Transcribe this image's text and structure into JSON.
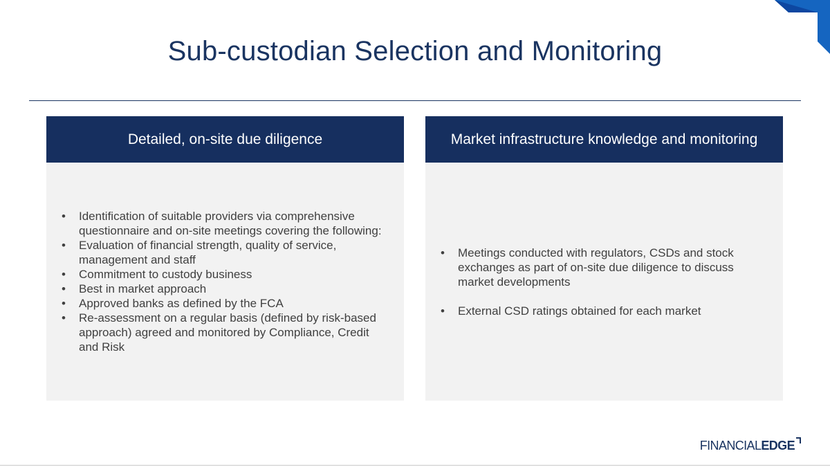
{
  "slide": {
    "title": "Sub-custodian Selection and Monitoring",
    "accent_color": "#162f5f",
    "corner_color": "#1565c0"
  },
  "left_panel": {
    "header": "Detailed, on-site due diligence",
    "bullets": [
      "Identification of suitable providers via comprehensive questionnaire and on-site meetings covering the following:",
      "Evaluation of financial strength, quality of service, management and staff",
      "Commitment to custody business",
      "Best in market approach",
      "Approved banks as defined by the FCA",
      "Re-assessment on a regular basis (defined by risk-based approach) agreed and monitored by Compliance, Credit and Risk"
    ]
  },
  "right_panel": {
    "header": "Market infrastructure knowledge and monitoring",
    "bullets": [
      "Meetings conducted with regulators, CSDs and stock exchanges as part of on-site due diligence to discuss market developments",
      "External CSD ratings obtained for each market"
    ]
  },
  "logo": {
    "text_light": "FINANCIAL",
    "text_bold": "EDGE"
  },
  "bullet_glyph": "•"
}
